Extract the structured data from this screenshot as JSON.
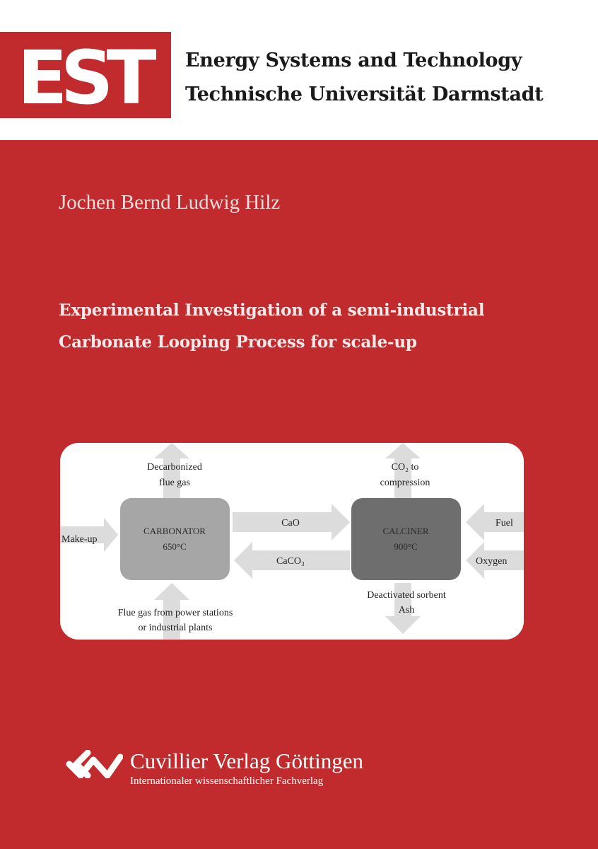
{
  "header": {
    "logo_text": "EST",
    "institution_line1": "Energy Systems and Technology",
    "institution_line2": "Technische Universität Darmstadt"
  },
  "author": "Jochen Bernd Ludwig Hilz",
  "title_line1": "Experimental Investigation of a semi-industrial",
  "title_line2": "Carbonate Looping Process for scale-up",
  "diagram": {
    "decarbonized_line1": "Decarbonized",
    "decarbonized_line2": "flue gas",
    "co2_line1": "CO₂ to",
    "co2_line2": "compression",
    "makeup": "Make-up",
    "carbonator_line1": "CARBONATOR",
    "carbonator_line2": "650°C",
    "cao": "CaO",
    "caco3": "CaCO₃",
    "calciner_line1": "CALCINER",
    "calciner_line2": "900°C",
    "fuel": "Fuel",
    "oxygen": "Oxygen",
    "deactivated": "Deactivated sorbent",
    "ash": "Ash",
    "flue_line1": "Flue gas from power stations",
    "flue_line2": "or industrial plants"
  },
  "publisher": {
    "name": "Cuvillier Verlag Göttingen",
    "subtitle": "Internationaler wissenschaftlicher Fachverlag"
  }
}
